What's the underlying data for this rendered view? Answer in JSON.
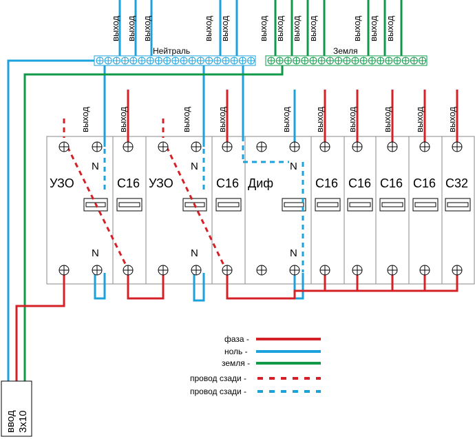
{
  "colors": {
    "phase": "#d42027",
    "neutral": "#1ba1db",
    "ground": "#0f9a48"
  },
  "bus": {
    "neutral_label": "Нейтраль",
    "ground_label": "Земля"
  },
  "outputs": {
    "label": "выход"
  },
  "modules": [
    {
      "label": "УЗО"
    },
    {
      "label": "С16"
    },
    {
      "label": "УЗО"
    },
    {
      "label": "С16"
    },
    {
      "label": "Диф"
    },
    {
      "label": "С16"
    },
    {
      "label": "С16"
    },
    {
      "label": "С16"
    },
    {
      "label": "С16"
    },
    {
      "label": "С32"
    }
  ],
  "n_label": "N",
  "input": {
    "line1": "ввод",
    "line2": "3х10"
  },
  "legend": {
    "phase": "фаза -",
    "neutral": "ноль -",
    "ground": "земля -",
    "back_red": "провод сзади -",
    "back_blue": "провод сзади -"
  }
}
